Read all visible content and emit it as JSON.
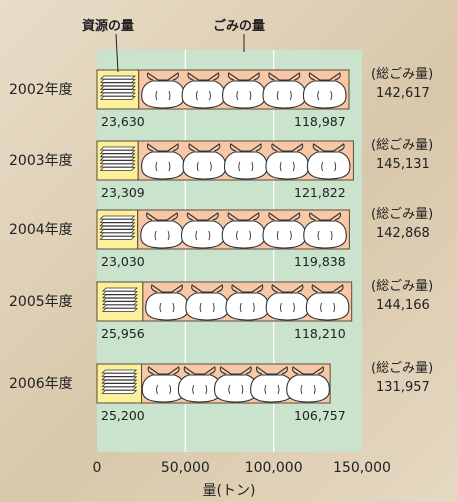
{
  "chart_data": {
    "type": "bar",
    "legend": {
      "resource": "資源の量",
      "garbage": "ごみの量"
    },
    "xlabel": "量(トン)",
    "xlim": [
      0,
      150000
    ],
    "xticks": [
      "0",
      "50,000",
      "100,000",
      "150,000"
    ],
    "grid": true,
    "rows": [
      {
        "year": "2002年度",
        "resource": 23630,
        "resource_label": "23,630",
        "garbage": 118987,
        "garbage_label": "118,987",
        "total_label": "(総ごみ量)",
        "total": "142,617"
      },
      {
        "year": "2003年度",
        "resource": 23309,
        "resource_label": "23,309",
        "garbage": 121822,
        "garbage_label": "121,822",
        "total_label": "(総ごみ量)",
        "total": "145,131"
      },
      {
        "year": "2004年度",
        "resource": 23030,
        "resource_label": "23,030",
        "garbage": 119838,
        "garbage_label": "119,838",
        "total_label": "(総ごみ量)",
        "total": "142,868"
      },
      {
        "year": "2005年度",
        "resource": 25956,
        "resource_label": "25,956",
        "garbage": 118210,
        "garbage_label": "118,210",
        "total_label": "(総ごみ量)",
        "total": "144,166"
      },
      {
        "year": "2006年度",
        "resource": 25200,
        "resource_label": "25,200",
        "garbage": 106757,
        "garbage_label": "106,757",
        "total_label": "(総ごみ量)",
        "total": "131,957"
      }
    ]
  },
  "colors": {
    "plot_bg": "#c9e3cd",
    "grid": "#ffffff",
    "resource_bar": "#fdf09b",
    "garbage_bar": "#f8c8a6",
    "bar_border": "#5a4a3a",
    "bag": "#ffffff"
  },
  "icons": {
    "resource": "paper-stack-icon",
    "garbage": "garbage-bag-icon"
  }
}
